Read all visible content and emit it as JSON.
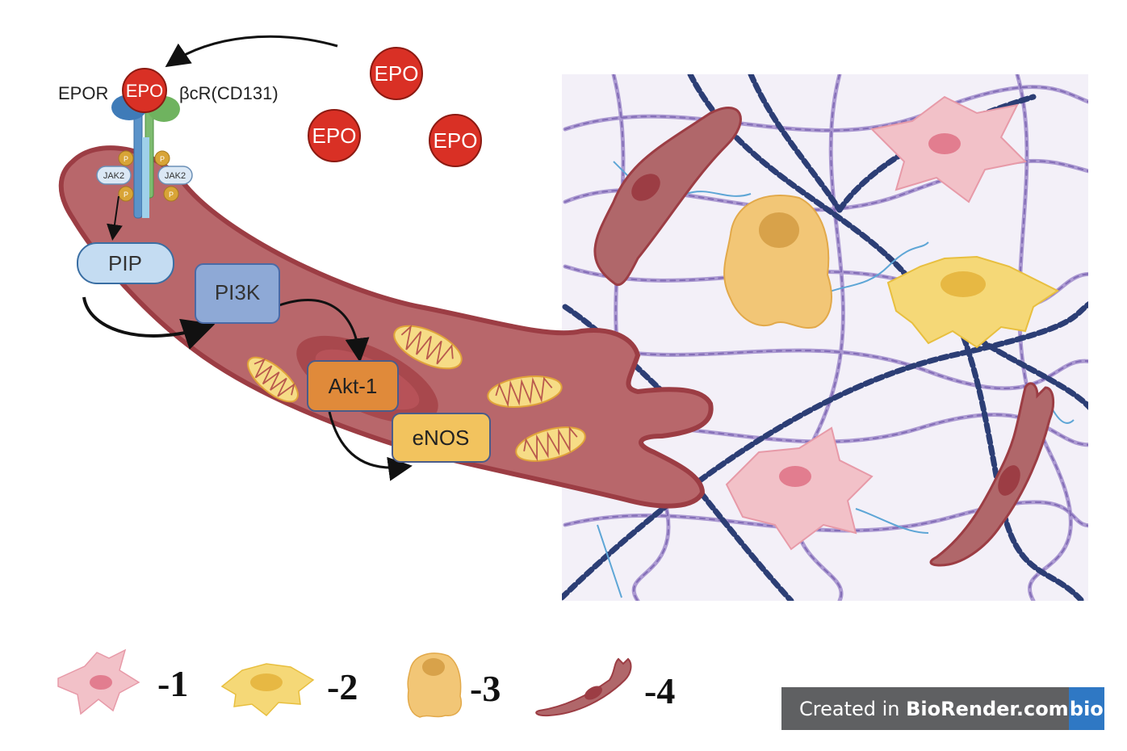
{
  "labels": {
    "epor": "EPOR",
    "bcr": "βcR(CD131)",
    "epo": "EPO",
    "jak2": "JAK2",
    "p": "P",
    "pip": "PIP",
    "pi3k": "PI3K",
    "akt1": "Akt-1",
    "enos": "eNOS"
  },
  "legend": [
    {
      "id": "cell-type-1",
      "label": "-1"
    },
    {
      "id": "cell-type-2",
      "label": "-2"
    },
    {
      "id": "cell-type-3",
      "label": "-3"
    },
    {
      "id": "cell-type-4",
      "label": "-4"
    }
  ],
  "badge": {
    "prefix": "Created in ",
    "brand": "BioRender.com",
    "logo": "bio"
  },
  "colors": {
    "cell_body": "#b8676b",
    "cell_outline": "#9c3d44",
    "epo_red": "#d93025",
    "pink_cell": "#f2c1c8",
    "yellow_cell": "#f5d877",
    "orange_cell": "#f2c676",
    "brown_cell": "#b0676a",
    "matrix_bg": "#f3f0f8",
    "collagen_purple": "#9b86c6",
    "beaded_fiber": "#2c3e75"
  }
}
